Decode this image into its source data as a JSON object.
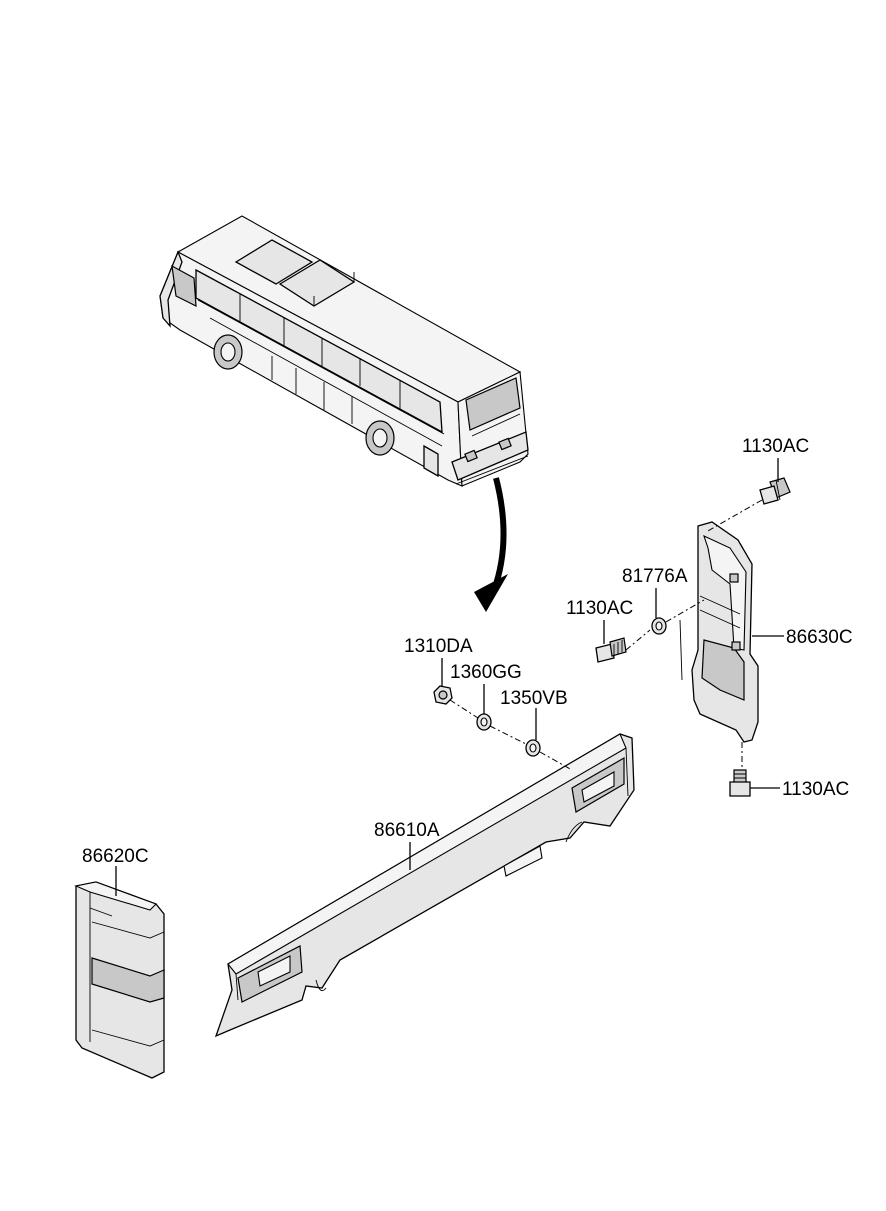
{
  "labels": {
    "bolt_top_right": "1130AC",
    "washer_right": "81776A",
    "bolt_mid": "1130AC",
    "bracket_right": "86630C",
    "bolt_bottom_right": "1130AC",
    "nut": "1310DA",
    "spacer": "1360GG",
    "washer_center": "1350VB",
    "bumper": "86610A",
    "corner_left": "86620C"
  }
}
